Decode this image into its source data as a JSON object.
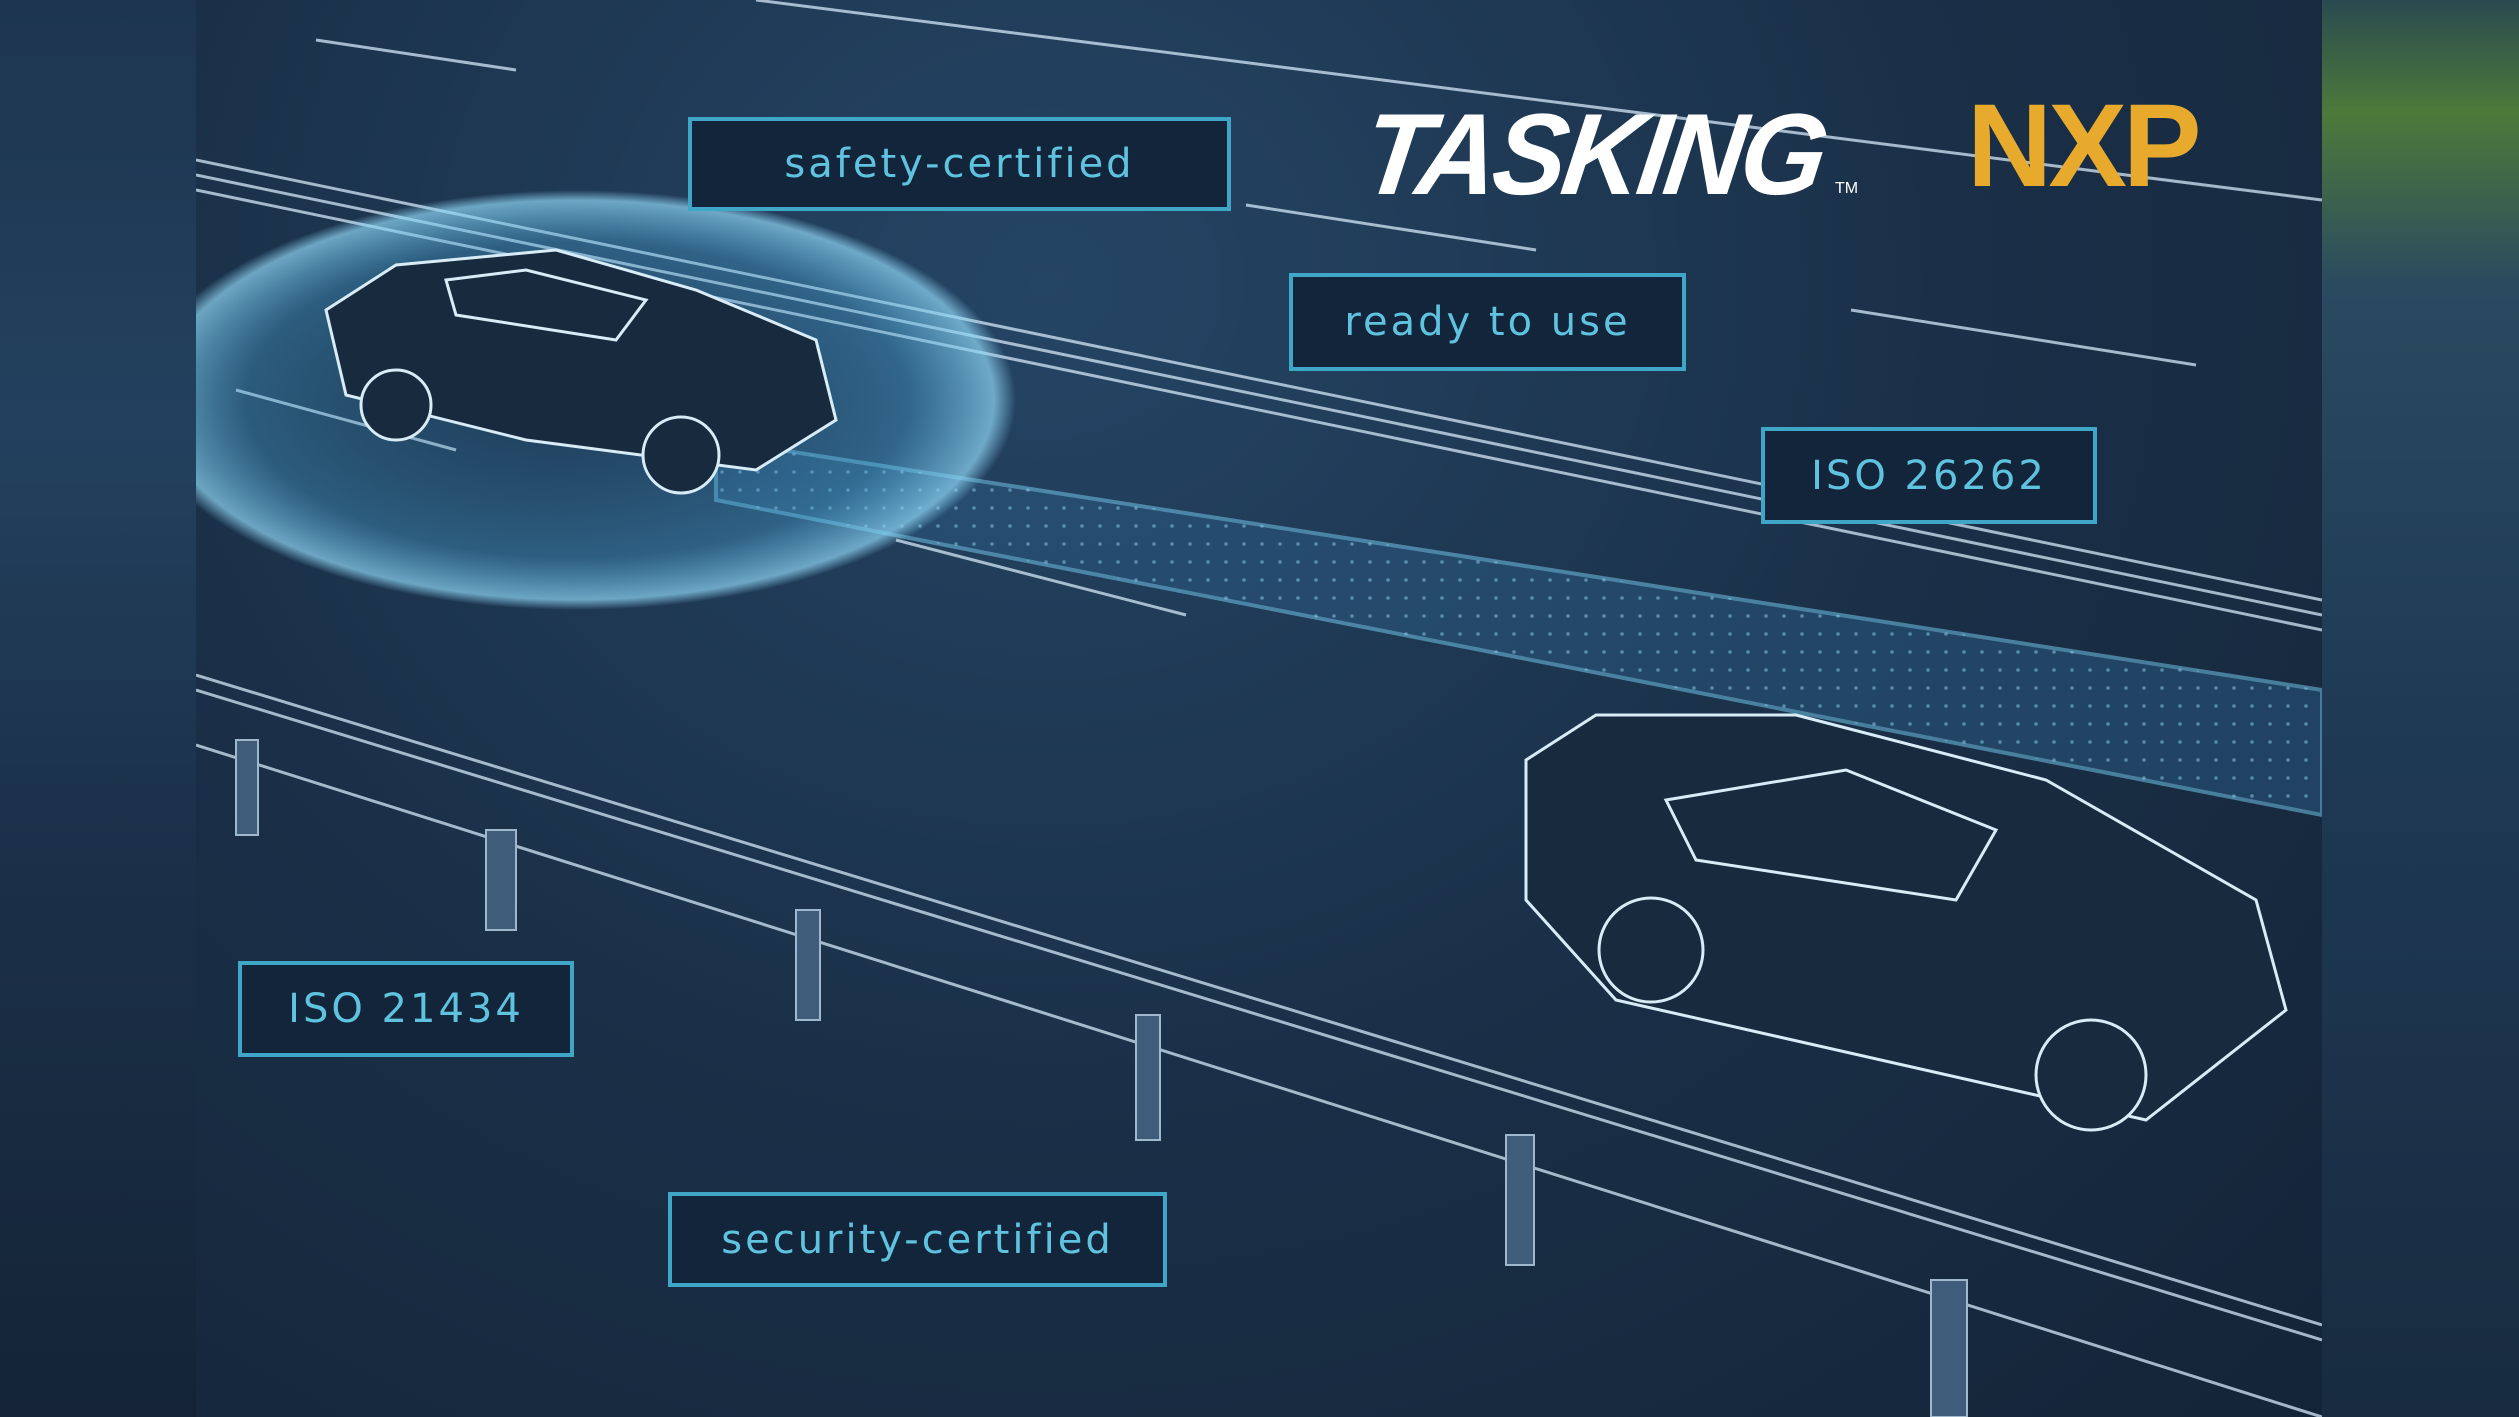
{
  "labels": {
    "safety": "safety-certified",
    "ready": "ready to use",
    "iso26262": "ISO 26262",
    "iso21434": "ISO 21434",
    "security": "security-certified"
  },
  "logos": {
    "tasking": "TASKING",
    "tasking_tm": "TM",
    "nxp": "NXP"
  },
  "colors": {
    "label_border": "#3fa6c8",
    "label_text": "#5fc3e0",
    "nxp_orange": "#e8aa2c",
    "nxp_blue": "#6aaee0",
    "nxp_green": "#b9cf3a"
  }
}
